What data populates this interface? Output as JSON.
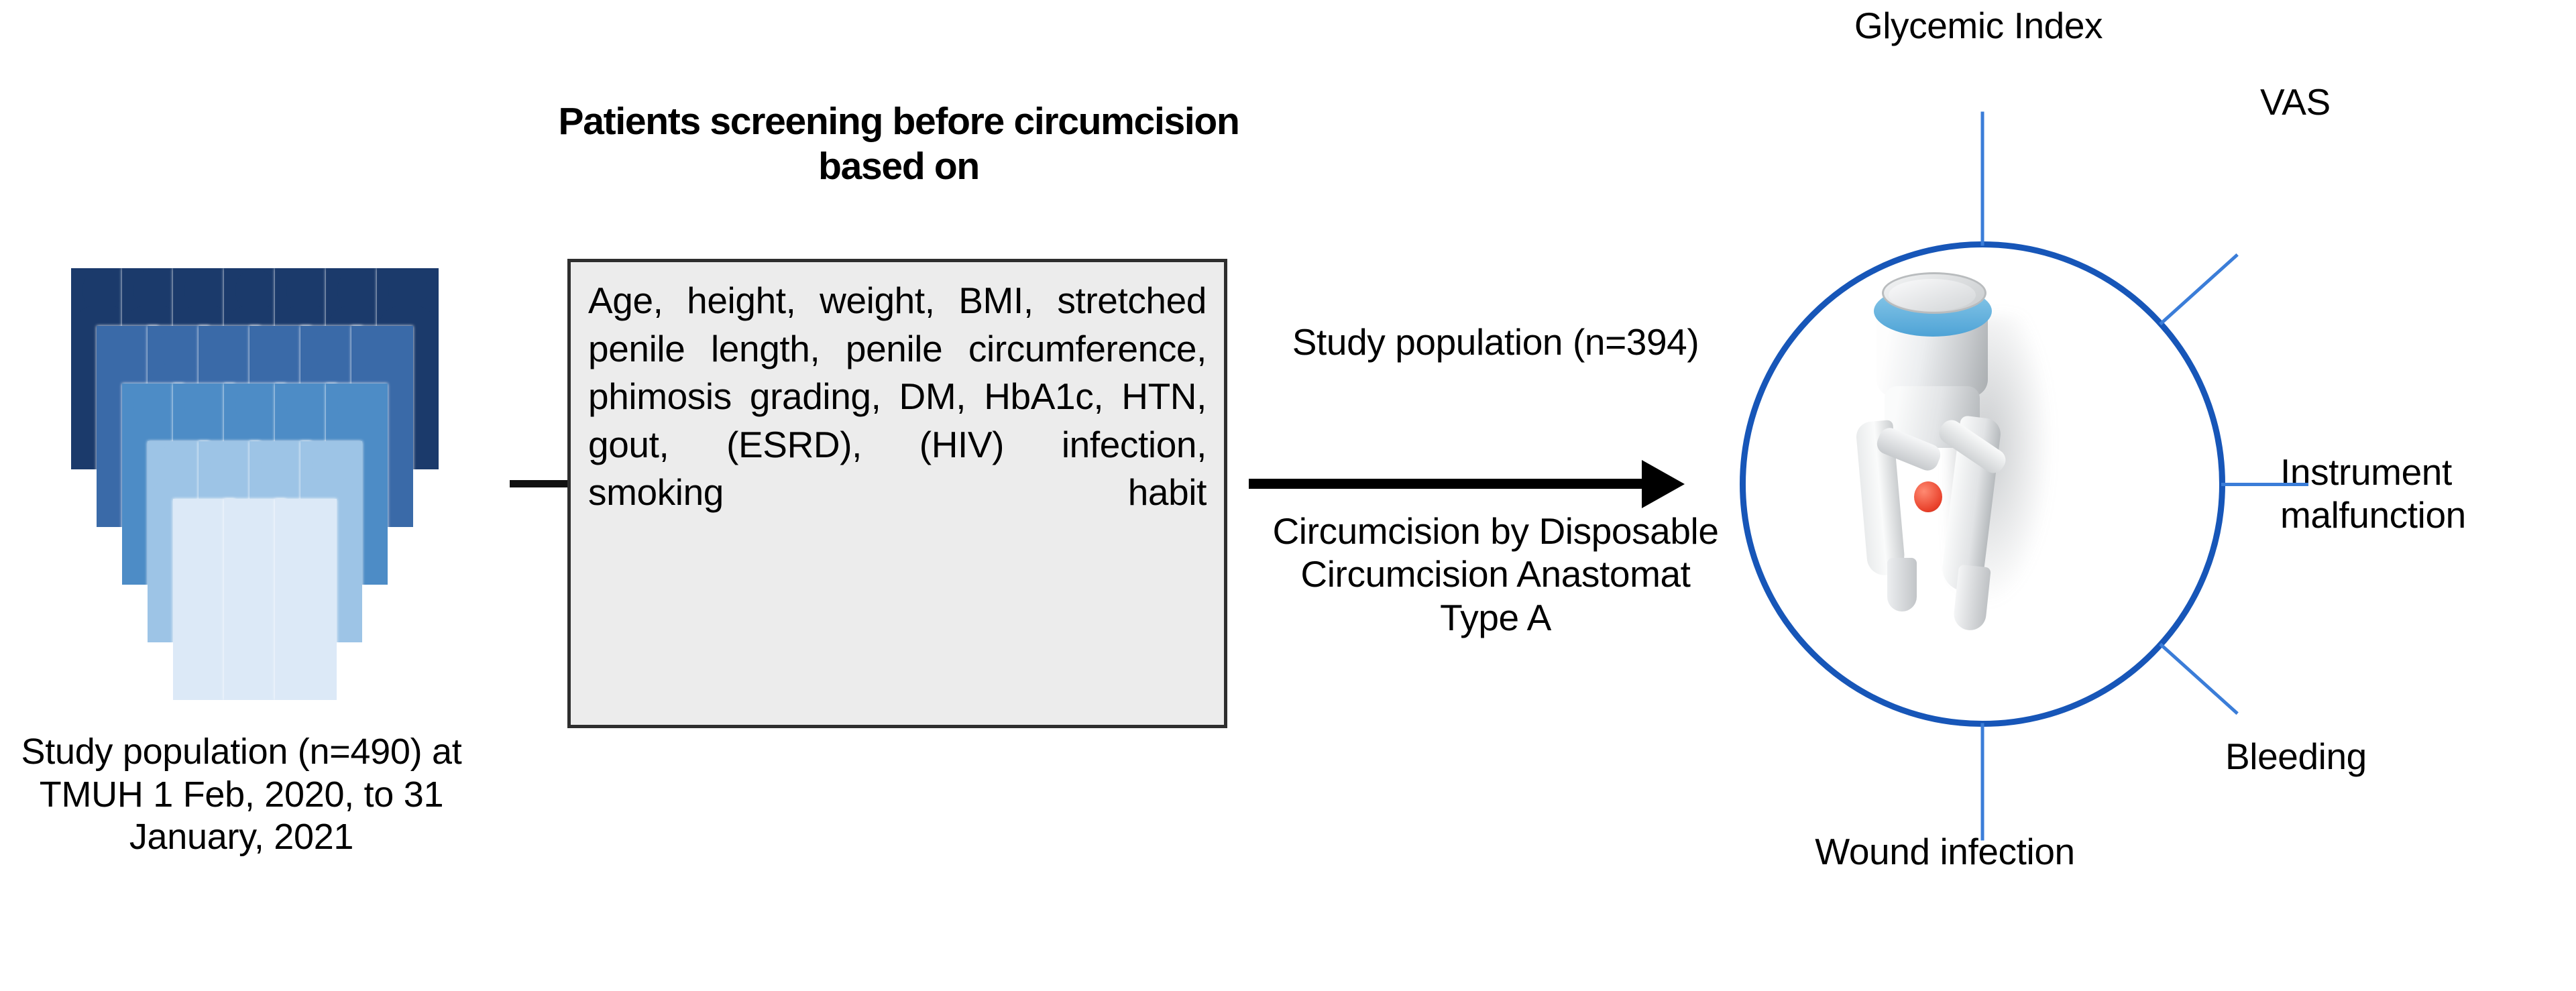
{
  "left_panel": {
    "icon": "crowd-people-icon",
    "caption": "Study population (n=490) at TMUH 1 Feb, 2020, to 31 January, 2021",
    "crowd": {
      "rows": [
        {
          "count": 7,
          "color": "#1b3a6b"
        },
        {
          "count": 6,
          "color": "#3a6aa8"
        },
        {
          "count": 5,
          "color": "#4d8cc6"
        },
        {
          "count": 4,
          "color": "#9dc4e6"
        },
        {
          "count": 3,
          "color": "#dce9f7"
        }
      ]
    }
  },
  "screening": {
    "heading": "Patients screening before circumcision based on",
    "criteria_text": "Age, height, weight, BMI, stretched penile length, penile circumference, phimosis grading, DM, HbA1c, HTN, gout, (ESRD), (HIV) infection, smoking habit",
    "criteria_items": [
      "Age",
      "height",
      "weight",
      "BMI",
      "stretched penile length",
      "penile circumference",
      "phimosis grading",
      "DM",
      "HbA1c",
      "HTN",
      "gout",
      "(ESRD)",
      "(HIV) infection",
      "smoking habit"
    ],
    "box_fill": "#ececec",
    "box_border": "#2e2e2e"
  },
  "flow": {
    "arrow_label_top": "Study population (n=394)",
    "arrow_label_bottom": "Circumcision by Disposable Circumcision Anastomat Type A",
    "arrow_color": "#000000"
  },
  "outcomes": {
    "circle_color": "#1756b8",
    "spoke_color": "#3b7dd8",
    "device_icon": "disposable-circumcision-anastomat-device",
    "labels": {
      "glycemic_index": "Glycemic Index",
      "vas": "VAS",
      "instrument_malfunction": "Instrument malfunction",
      "bleeding": "Bleeding",
      "wound_infection": "Wound infection"
    }
  }
}
